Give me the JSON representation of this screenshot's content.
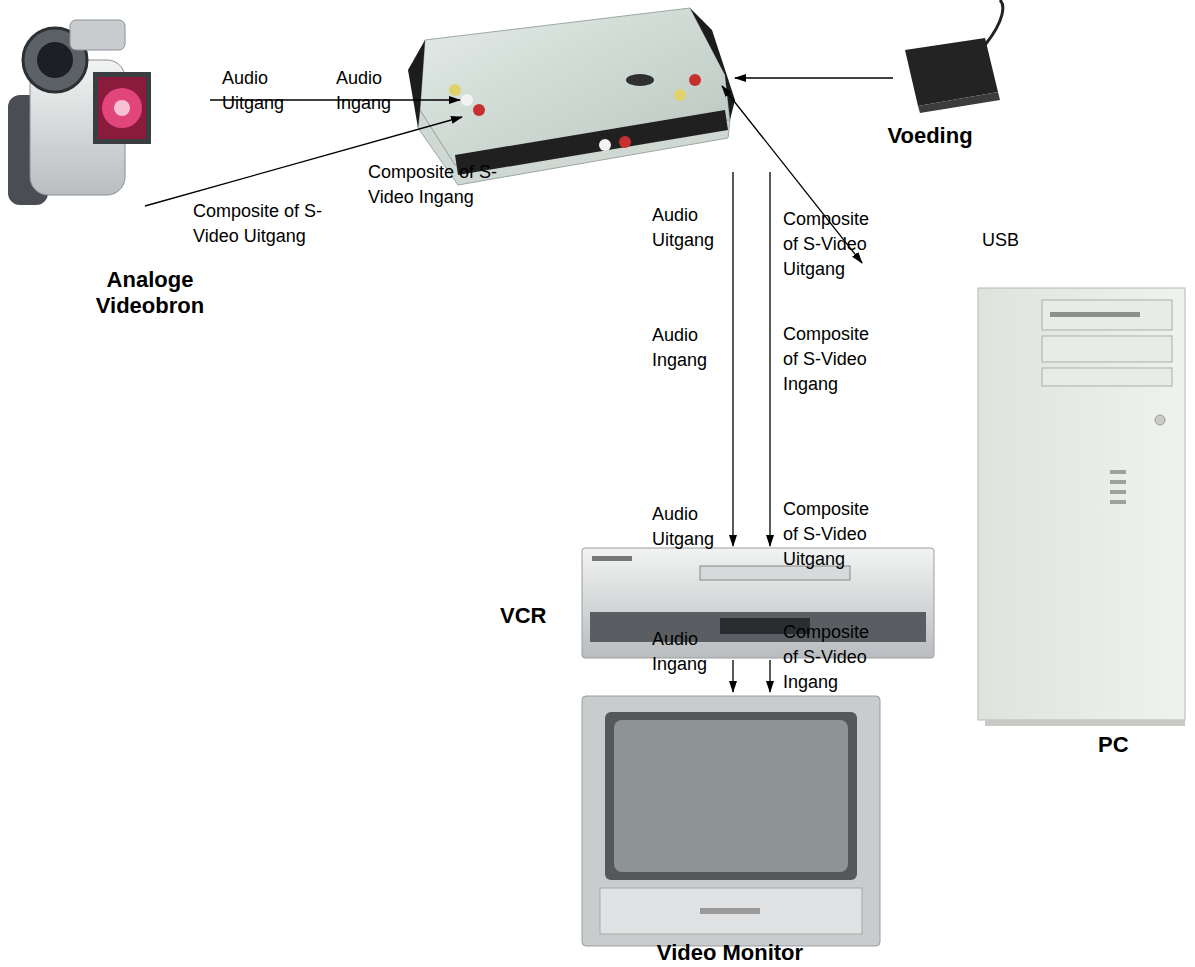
{
  "diagram": {
    "nodes": [
      {
        "text": [
          "Analoge Videobron"
        ]
      },
      {
        "text": [
          "Voeding"
        ]
      },
      {
        "text": [
          "PC"
        ]
      },
      {
        "text": [
          "VCR"
        ]
      },
      {
        "text": [
          "Video Monitor"
        ]
      }
    ],
    "edges": [
      {
        "from": 3,
        "to": 4,
        "arrow": "to"
      },
      {
        "from": 3,
        "to": 4,
        "arrow": "to"
      }
    ],
    "labels": [
      "Audio Uitgang",
      "Audio Ingang",
      "Composite of S-Video Ingang",
      "Composite of S-Video Uitgang",
      "Audio Uitgang",
      "Composite of S-Video Uitgang",
      "Audio Ingang",
      "Composite of S-Video Ingang",
      "USB",
      "Audio Uitgang",
      "Composite of S-Video Uitgang",
      "Audio Ingang",
      "Composite of S-Video Ingang"
    ]
  }
}
